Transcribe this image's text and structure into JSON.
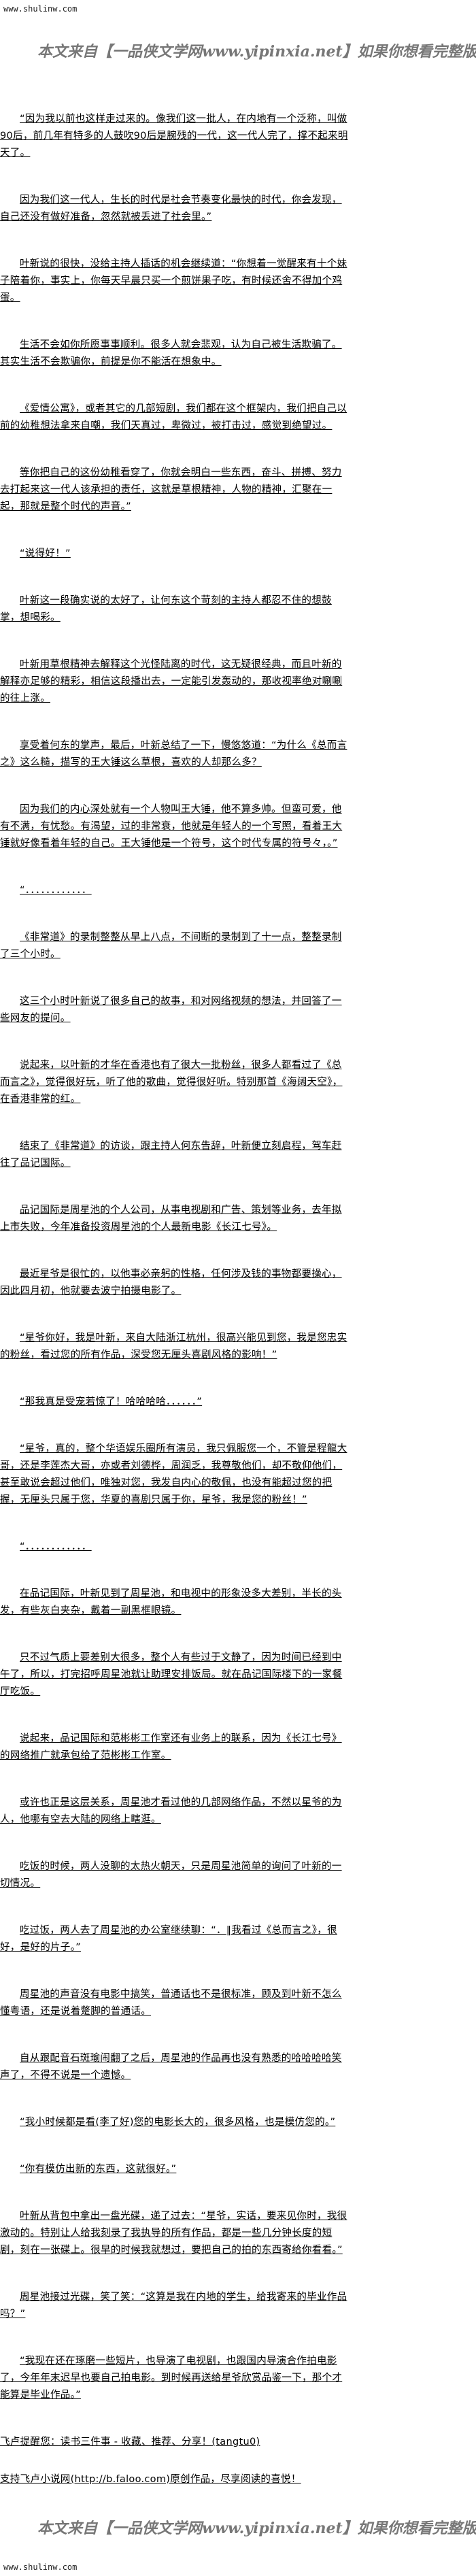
{
  "site": "www.shulinw.com",
  "banner": "本文来自【一品侠文学网www.yipinxia.net】如果你想看完整版小说，请",
  "paragraphs": [
    "“因为我以前也这样走过来的。像我们这一批人，在内地有一个泛称，叫做90后，前几年有特多的人鼓吹90后是腕残的一代，这一代人完了，撑不起来明天了。",
    "因为我们这一代人，生长的时代是社会节奏变化最快的时代，你会发现，自己还没有做好准备，忽然就被丢进了社会里。”",
    "叶新说的很快，没给主持人插话的机会继续道：“你想着一觉醒来有十个妹子陪着你，事实上，你每天早晨只买一个煎饼果子吃，有时候还舍不得加个鸡蛋。",
    "生活不会如你所愿事事顺利。很多人就会悲观，认为自己被生活欺骗了。其实生活不会欺骗你，前提是你不能活在想象中。",
    "《爱情公寓》，或者其它的几部短剧，我们都在这个框架内，我们把自己以前的幼稚想法拿来自嘲，我们天真过，卑微过，被打击过，感觉到绝望过。",
    "等你把自己的这份幼稚看穿了，你就会明白一些东西，奋斗、拼搏、努力去打起来这一代人该承担的责任，这就是草根精神，人物的精神，汇聚在一起，那就是整个时代的声音。”",
    "“说得好！”",
    "叶新这一段确实说的太好了，让何东这个苛刻的主持人都忍不住的想鼓掌，想喝彩。",
    "叶新用草根精神去解释这个光怪陆离的时代，这无疑很经典，而且叶新的解释亦足够的精彩，相信这段播出去，一定能引发轰动的，那收视率绝对唰唰的往上涨。",
    "享受着何东的掌声，最后，叶新总结了一下，慢悠悠道：“为什么《总而言之》这么糙，描写的王大锤这么草根，喜欢的人却那么多？",
    "因为我们的内心深处就有一个人物叫王大锤，他不算多帅。但蛮可爱，他有不满，有忧愁。有渴望，过的非常衰，他就是年轻人的一个写照，看着王大锤就好像看着年轻的自己。王大锤他是一个符号，这个时代专属的符号々，。”",
    "“．．．．．．．．．．．．",
    "《非常道》的录制整整从早上八点，不间断的录制到了十一点，整整录制了三个小时。",
    "这三个小时叶新说了很多自己的故事，和对网络视频的想法，并回答了一些网友的提问。",
    "说起来，以叶新的才华在香港也有了很大一批粉丝，很多人都看过了《总而言之》，觉得很好玩，听了他的歌曲，觉得很好听。特别那首《海阔天空》，在香港非常的红。",
    "结束了《非常道》的访谈，跟主持人何东告辞，叶新便立刻启程，驾车赶往了品记国际。",
    "品记国际是周星池的个人公司，从事电视剧和广告、策划等业务，去年拟上市失败，今年准备投资周星池的个人最新电影《长江七号》。",
    "最近星爷是很忙的，以他事必亲躬的性格，任何涉及钱的事物都要操心，因此四月初，他就要去波宁拍摄电影了。",
    "“星爷你好，我是叶新，来自大陆浙江杭州，很高兴能见到您，我是您忠实的粉丝，看过您的所有作品，深受您无厘头喜剧风格的影响！”",
    "“那我真是受宠若惊了！哈哈哈哈．．．．．．”",
    "“星爷，真的，整个华语娱乐圈所有演员，我只佩服您一个，不管是程龍大哥，还是李莲杰大哥，亦或者刘德桦，周润乏，我尊敬他们，却不敬仰他们，甚至敢说会超过他们，唯独对您，我发自内心的敬佩，也没有能超过您的把握，无厘头只属于您，华夏的喜剧只属于你，星爷，我是您的粉丝！”",
    "“．．．．．．．．．．．．",
    "在品记国际，叶新见到了周星池，和电视中的形象没多大差别，半长的头发，有些灰白夹杂，戴着一副黑框眼镜。",
    "只不过气质上要差别大很多，整个人有些过于文静了，因为时间已经到中午了，所以，打完招呼周星池就让助理安排饭局。就在品记国际楼下的一家餐厅吃饭。",
    "说起来，品记国际和范彬彬工作室还有业务上的联系，因为《长江七号》的网络推广就承包给了范彬彬工作室。",
    "或许也正是这层关系，周星池才看过他的几部网络作品，不然以星爷的为人，他哪有空去大陆的网络上瞎逛。",
    "吃饭的时候，两人没聊的太热火朝天，只是周星池简单的询问了叶新的一切情况。",
    "吃过饭，两人去了周星池的办公室继续聊：“．‖我看过《总而言之》，很好，是好的片子。”",
    "周星池的声音没有电影中搞笑，普通话也不是很标准，顾及到叶新不怎么懂粤语，还是说着蹩脚的普通话。",
    "自从跟配音石斑瑜闹翻了之后，周星池的作品再也没有熟悉的哈哈哈哈笑声了，不得不说是一个遗憾。",
    "“我小时候都是看(李了好)您的电影长大的，很多风格，也是模仿您的。”",
    "“你有模仿出新的东西，这就很好。”",
    "叶新从背包中拿出一盘光碟，递了过去：“星爷，实话，要来见你时，我很激动的。特别让人给我刻录了我执导的所有作品，都是一些几分钟长度的短剧，刻在一张碟上。很早的时候我就想过，要把自己的拍的东西寄给你看看。”",
    "周星池接过光碟，笑了笑：“这算是我在内地的学生，给我寄来的毕业作品吗？”",
    "“我现在还在琢磨一些短片，也导演了电视剧，也跟国内导演合作拍电影了，今年年末迟早也要自己拍电影。到时候再送给星爷欣赏品鉴一下，那个才能算是毕业作品。”"
  ],
  "footer": {
    "reminder": "飞卢提醒您：读书三件事 - 收藏、推荐、分享！(tangtu0)",
    "support": "支持飞卢小说网(http://b.faloo.com)原创作品，尽享阅读的喜悦！"
  }
}
